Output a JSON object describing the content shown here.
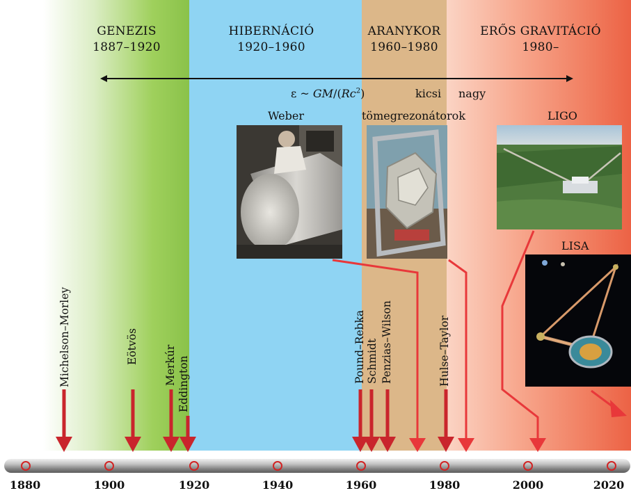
{
  "eras": [
    {
      "name": "GENEZIS",
      "years": "1887–1920"
    },
    {
      "name": "HIBERNÁCIÓ",
      "years": "1920–1960"
    },
    {
      "name": "ARANYKOR",
      "years": "1960–1980"
    },
    {
      "name": "ERŐS GRAVITÁCIÓ",
      "years": "1980–"
    }
  ],
  "formula": {
    "prefix": "ε ~ ",
    "gm": "GM",
    "slash": "/(",
    "rc": "Rc",
    "exp": "2",
    "close": ")",
    "small": "kicsi",
    "large": "nagy"
  },
  "photos": {
    "weber": "Weber",
    "resonators": "tömegrezonátorok",
    "ligo": "LIGO",
    "lisa": "LISA"
  },
  "events": [
    "Michelson–Morley",
    "Eötvös",
    "Merkúr",
    "Eddington",
    "Pound–Rebka",
    "Schmidt",
    "Penzias–Wilson",
    "Hulse–Taylor"
  ],
  "timeline": {
    "years": [
      "1880",
      "1900",
      "1920",
      "1940",
      "1960",
      "1980",
      "2000",
      "2020"
    ]
  },
  "colors": {
    "arrow": "#c9252c",
    "connector": "#e8383a",
    "genesis": "#8ac24a",
    "hibernation": "#8fd4f3",
    "golden": "#dcb789",
    "strong": "#ec6245"
  }
}
